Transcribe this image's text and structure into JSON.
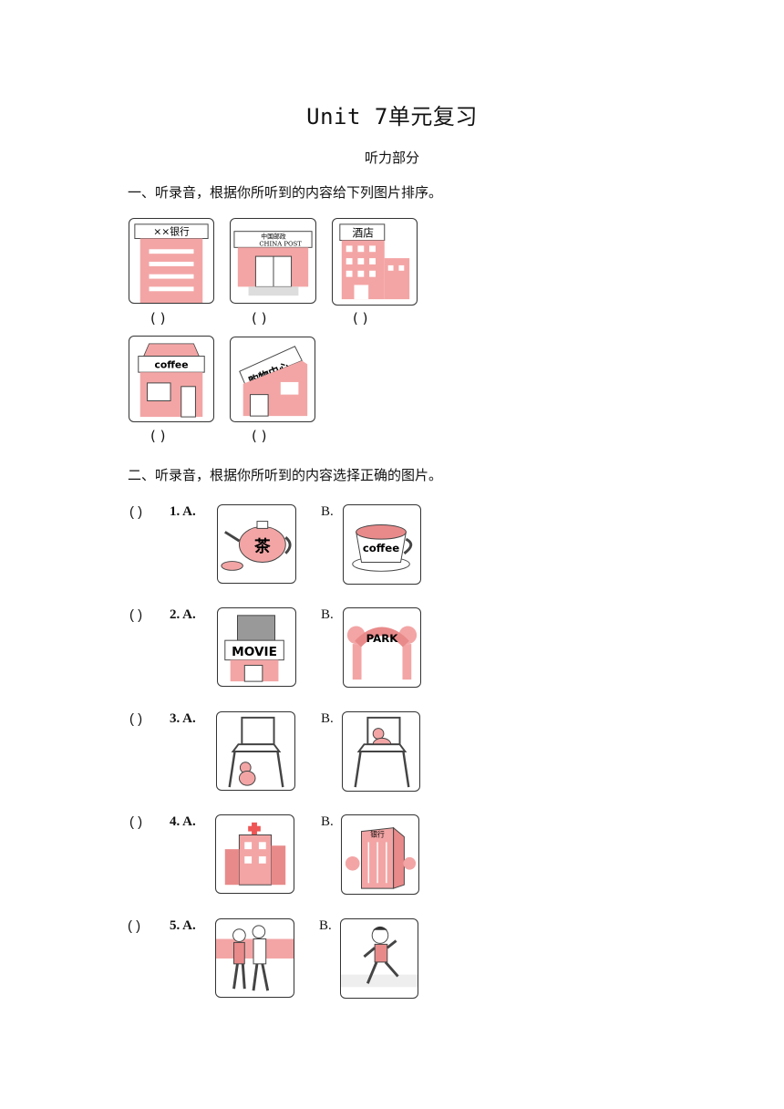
{
  "title": "Unit 7单元复习",
  "subtitle": "听力部分",
  "section1": {
    "heading": "一、听录音，根据你所听到的内容给下列图片排序。",
    "pictures": [
      {
        "label": "××银行",
        "icon": "bank-icon",
        "paren": "(      )"
      },
      {
        "label": "中国邮政 CHINA POST",
        "icon": "post-office-icon",
        "paren": "(      )"
      },
      {
        "label": "酒店",
        "icon": "hotel-icon",
        "paren": "(      )"
      },
      {
        "label": "coffee",
        "icon": "coffee-shop-icon",
        "paren": "(      )"
      },
      {
        "label": "购物中心",
        "icon": "shopping-center-icon",
        "paren": "(      )"
      }
    ]
  },
  "section2": {
    "heading": "二、听录音，根据你所听到的内容选择正确的图片。",
    "questions": [
      {
        "paren": "(      )",
        "num": "1. A.",
        "b": "B.",
        "a_icon": "tea-pot-icon",
        "a_text": "茶",
        "b_icon": "coffee-cup-icon",
        "b_text": "coffee"
      },
      {
        "paren": "(      )",
        "num": "2. A.",
        "b": "B.",
        "a_icon": "cinema-icon",
        "a_text": "MOVIE",
        "b_icon": "park-gate-icon",
        "b_text": "PARK"
      },
      {
        "paren": "(      )",
        "num": "3. A.",
        "b": "B.",
        "a_icon": "cat-under-chair-icon",
        "b_icon": "cat-on-chair-icon"
      },
      {
        "paren": "(      )",
        "num": "4. A.",
        "b": "B.",
        "a_icon": "hospital-icon",
        "b_icon": "bank-building-icon",
        "b_text": "银行"
      },
      {
        "paren": "(      )",
        "num": "5. A.",
        "b": "B.",
        "a_icon": "walking-couple-icon",
        "b_icon": "running-boy-icon"
      }
    ]
  }
}
